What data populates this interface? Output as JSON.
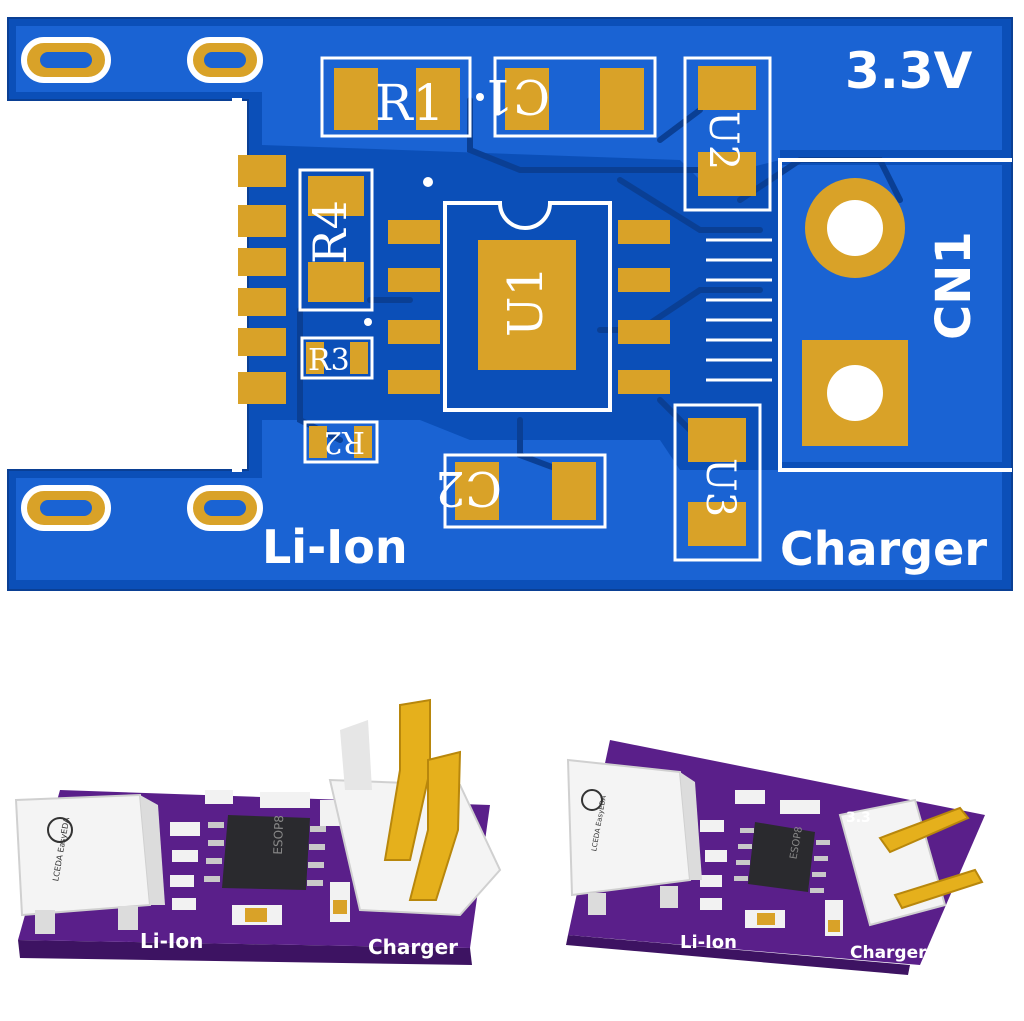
{
  "top_view": {
    "voltage_label": "3.3V",
    "left_label": "Li-Ion",
    "right_label": "Charger",
    "connector_ref": "CN1",
    "refs": {
      "r1": "R1",
      "c1": "C1",
      "u2": "U2",
      "r4": "R4",
      "u1": "U1",
      "r3": "R3",
      "r2": "R2",
      "c2": "C2",
      "u3": "U3"
    },
    "colors": {
      "board": "#0b4fb8",
      "copper_pour": "#1a63d3",
      "pad": "#d9a228",
      "silkscreen": "#ffffff"
    }
  },
  "render_left": {
    "left_label": "Li-Ion",
    "right_label": "Charger",
    "chip_marking": "ESOP8",
    "usb_logo_text": "LCEDA EasyEDA",
    "board_color": "#5a1f8a"
  },
  "render_right": {
    "left_label": "Li-Ion",
    "right_label": "Charger",
    "chip_marking": "ESOP8",
    "usb_logo_text": "LCEDA EasyEDA",
    "partial_voltage": "3.3"
  }
}
